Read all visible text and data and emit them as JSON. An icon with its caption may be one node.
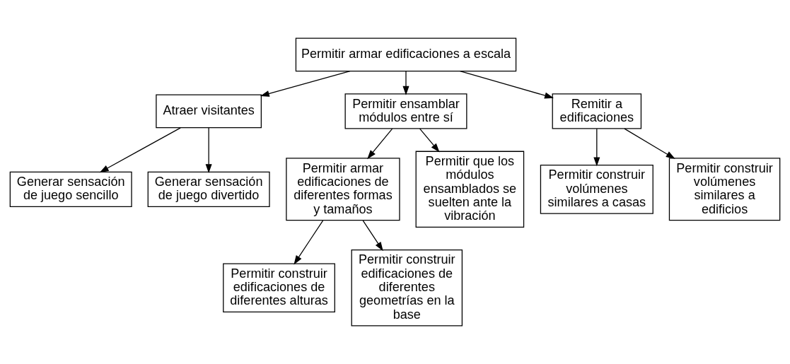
{
  "diagram": {
    "nodes": [
      {
        "text": [
          "Permitir armar edificaciones a escala"
        ]
      },
      {
        "text": [
          "Atraer visitantes"
        ]
      },
      {
        "text": [
          "Permitir ensamblar módulos entre sí"
        ]
      },
      {
        "text": [
          "Remitir a edificaciones"
        ]
      },
      {
        "text": [
          "Generar sensación de juego sencillo"
        ]
      },
      {
        "text": [
          "Generar sensación de juego divertido"
        ]
      },
      {
        "text": [
          "Permitir armar edificaciones de diferentes formas y tamaños"
        ]
      },
      {
        "text": [
          "Permitir que los módulos ensamblados se suelten ante la vibración"
        ]
      },
      {
        "text": [
          "Permitir construir volúmenes similares a casas"
        ]
      },
      {
        "text": [
          "Permitir construir volúmenes similares a edificios"
        ]
      },
      {
        "text": [
          "Permitir construir edificaciones de diferentes alturas"
        ]
      },
      {
        "text": [
          "Permitir construir edificaciones de diferentes geometrías en la base"
        ]
      }
    ],
    "edges": [
      {
        "from": 0,
        "to": 1,
        "arrow": "to"
      },
      {
        "from": 0,
        "to": 2,
        "arrow": "to"
      },
      {
        "from": 0,
        "to": 3,
        "arrow": "to"
      },
      {
        "from": 1,
        "to": 4,
        "arrow": "to"
      },
      {
        "from": 1,
        "to": 5,
        "arrow": "to"
      },
      {
        "from": 2,
        "to": 6,
        "arrow": "to"
      },
      {
        "from": 2,
        "to": 7,
        "arrow": "to"
      },
      {
        "from": 3,
        "to": 8,
        "arrow": "to"
      },
      {
        "from": 3,
        "to": 9,
        "arrow": "to"
      },
      {
        "from": 6,
        "to": 10,
        "arrow": "to"
      },
      {
        "from": 6,
        "to": 11,
        "arrow": "to"
      }
    ]
  }
}
